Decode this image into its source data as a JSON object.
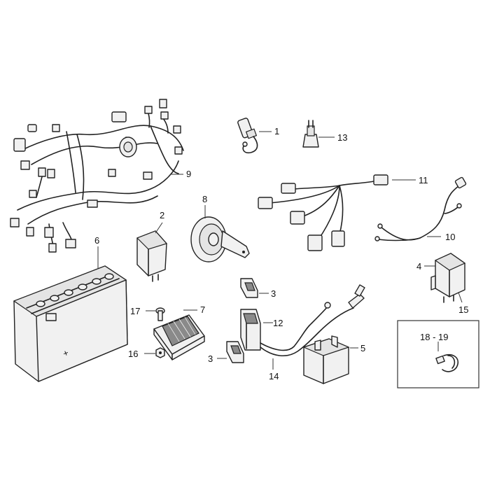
{
  "callouts": {
    "c1": "1",
    "c2": "2",
    "c3a": "3",
    "c3b": "3",
    "c4": "4",
    "c5": "5",
    "c6": "6",
    "c7": "7",
    "c8": "8",
    "c9": "9",
    "c10": "10",
    "c11": "11",
    "c12": "12",
    "c13": "13",
    "c14": "14",
    "c15": "15",
    "c16": "16",
    "c17": "17",
    "c18_19": "18 - 19"
  },
  "colors": {
    "line": "#222222",
    "background": "#ffffff",
    "part_fill": "#f1f1f1"
  }
}
